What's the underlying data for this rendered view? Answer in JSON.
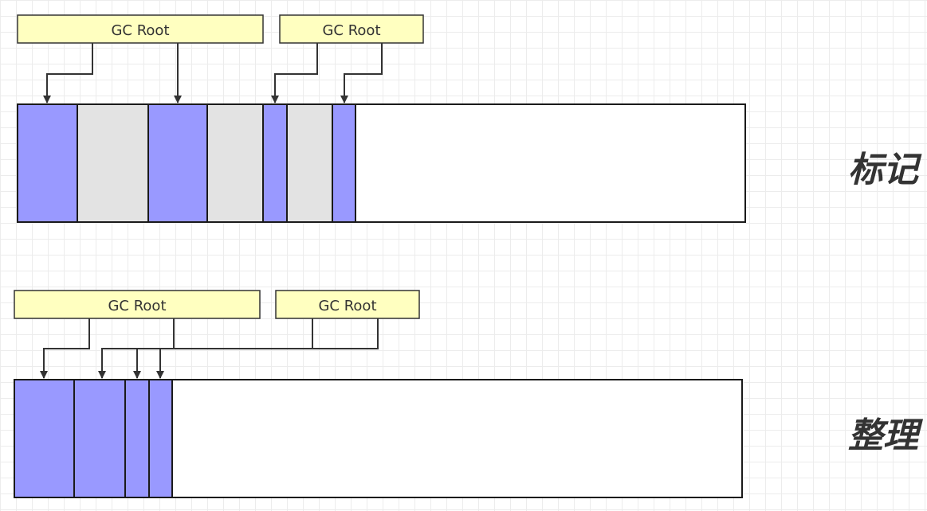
{
  "colors": {
    "live": "#9999ff",
    "garbage": "#e3e3e3",
    "free": "#ffffff",
    "root_fill": "#ffffc0"
  },
  "mark_phase": {
    "label": "标记",
    "roots": [
      {
        "label": "GC Root"
      },
      {
        "label": "GC Root"
      }
    ],
    "blocks": [
      "live",
      "garbage",
      "live",
      "garbage",
      "live",
      "garbage",
      "live",
      "free"
    ]
  },
  "compact_phase": {
    "label": "整理",
    "roots": [
      {
        "label": "GC Root"
      },
      {
        "label": "GC Root"
      }
    ],
    "blocks": [
      "live",
      "live",
      "live",
      "live",
      "free"
    ]
  }
}
